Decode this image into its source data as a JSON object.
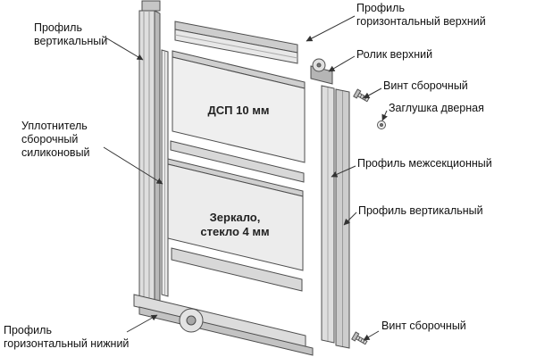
{
  "diagram": {
    "labels": {
      "left_vertical": "Профиль\nвертикальный",
      "top_horizontal": "Профиль\nгоризонтальный верхний",
      "top_roller": "Ролик верхний",
      "screw_top": "Винт сборочный",
      "door_cap": "Заглушка дверная",
      "intersection_profile": "Профиль межсекционный",
      "right_vertical": "Профиль вертикальный",
      "seal": "Уплотнитель\nсборочный\nсиликоновый",
      "bottom_horizontal": "Профиль\nгоризонтальный нижний",
      "screw_bottom": "Винт сборочный"
    },
    "panels": {
      "dsp": "ДСП 10 мм",
      "mirror": "Зеркало,\nстекло 4 мм"
    },
    "colors": {
      "outline": "#4d4d4d",
      "fill_light": "#efefef",
      "fill_mid": "#d8d8d8",
      "fill_dark": "#b9b9b9",
      "leader_line": "#333333",
      "label_text": "#111111",
      "background": "#ffffff"
    }
  }
}
